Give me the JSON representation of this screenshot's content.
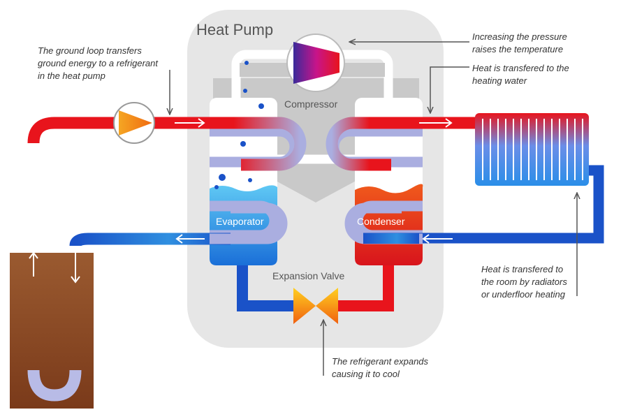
{
  "title": "Heat Pump",
  "components": {
    "compressor": "Compressor",
    "evaporator": "Evaporator",
    "condenser": "Condenser",
    "expansion_valve": "Expansion Valve"
  },
  "annotations": {
    "ground_loop": [
      "The ground loop transfers",
      "ground energy to a refrigerant",
      "in the heat pump"
    ],
    "pressure": [
      "Increasing the pressure",
      "raises the temperature"
    ],
    "heating_water": [
      "Heat is transfered to the",
      "heating water"
    ],
    "radiators": [
      "Heat is transfered to",
      "the room by radiators",
      "or underfloor heating"
    ],
    "expands": [
      "The refrigerant expands",
      "causing it to cool"
    ]
  },
  "colors": {
    "hot": "#e8141c",
    "cold": "#1a52c8",
    "cool_pipe": "#aaaee0",
    "cabinet": "#e6e6e6",
    "ground": "#8a4a26"
  }
}
